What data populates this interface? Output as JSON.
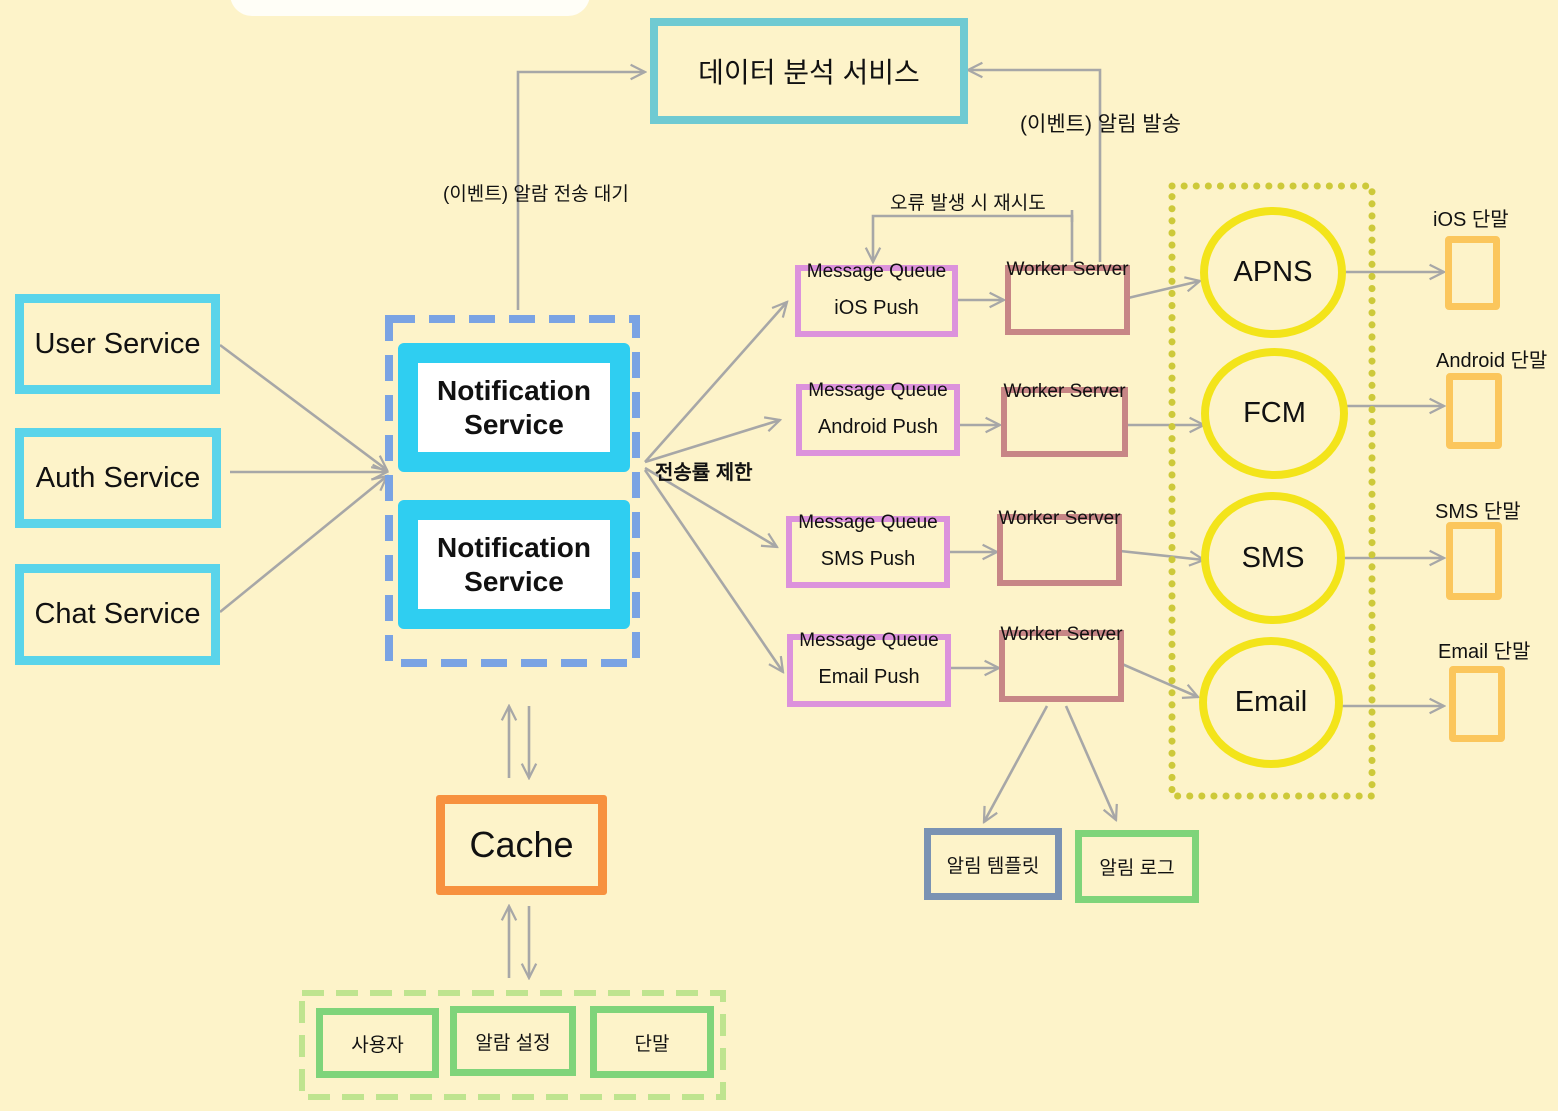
{
  "analytics": {
    "label": "데이터 분석 서비스"
  },
  "services": [
    {
      "label": "User Service"
    },
    {
      "label": "Auth Service"
    },
    {
      "label": "Chat Service"
    }
  ],
  "notification_servers": [
    {
      "line1": "Notification",
      "line2": "Service"
    },
    {
      "line1": "Notification",
      "line2": "Service"
    }
  ],
  "cache": {
    "label": "Cache"
  },
  "db": [
    "사용자",
    "알람 설정",
    "단말"
  ],
  "queues": [
    {
      "title": "Message Queue",
      "sub": "iOS Push"
    },
    {
      "title": "Message Queue",
      "sub": "Android Push"
    },
    {
      "title": "Message Queue",
      "sub": "SMS Push"
    },
    {
      "title": "Message Queue",
      "sub": "Email Push"
    }
  ],
  "workers": [
    "Worker Server",
    "Worker Server",
    "Worker Server",
    "Worker Server"
  ],
  "providers": [
    "APNS",
    "FCM",
    "SMS",
    "Email"
  ],
  "devices": [
    "iOS 단말",
    "Android 단말",
    "SMS 단말",
    "Email 단말"
  ],
  "storage": {
    "template": "알림 템플릿",
    "log": "알림 로그"
  },
  "annotations": {
    "wait_event": "(이벤트)  알람 전송 대기",
    "sent_event": "(이벤트) 알림 발송",
    "retry": "오류 발생 시 재시도",
    "rate_limit": "전송률 제한"
  },
  "colors": {
    "background": "#fdf3c9",
    "service_border": "#5ad4ea",
    "notification_border": "#2fcef1",
    "notification_group": "#7aa3e3",
    "cache_border": "#f7913f",
    "queue_border": "#dc92dc",
    "worker_border": "#c78686",
    "provider_border": "#f3e41a",
    "provider_group": "#cdc93a",
    "device_border": "#fbc65c",
    "db_border": "#7fd47a",
    "template_border": "#7a92b3",
    "arrow": "#a7a7a7"
  }
}
